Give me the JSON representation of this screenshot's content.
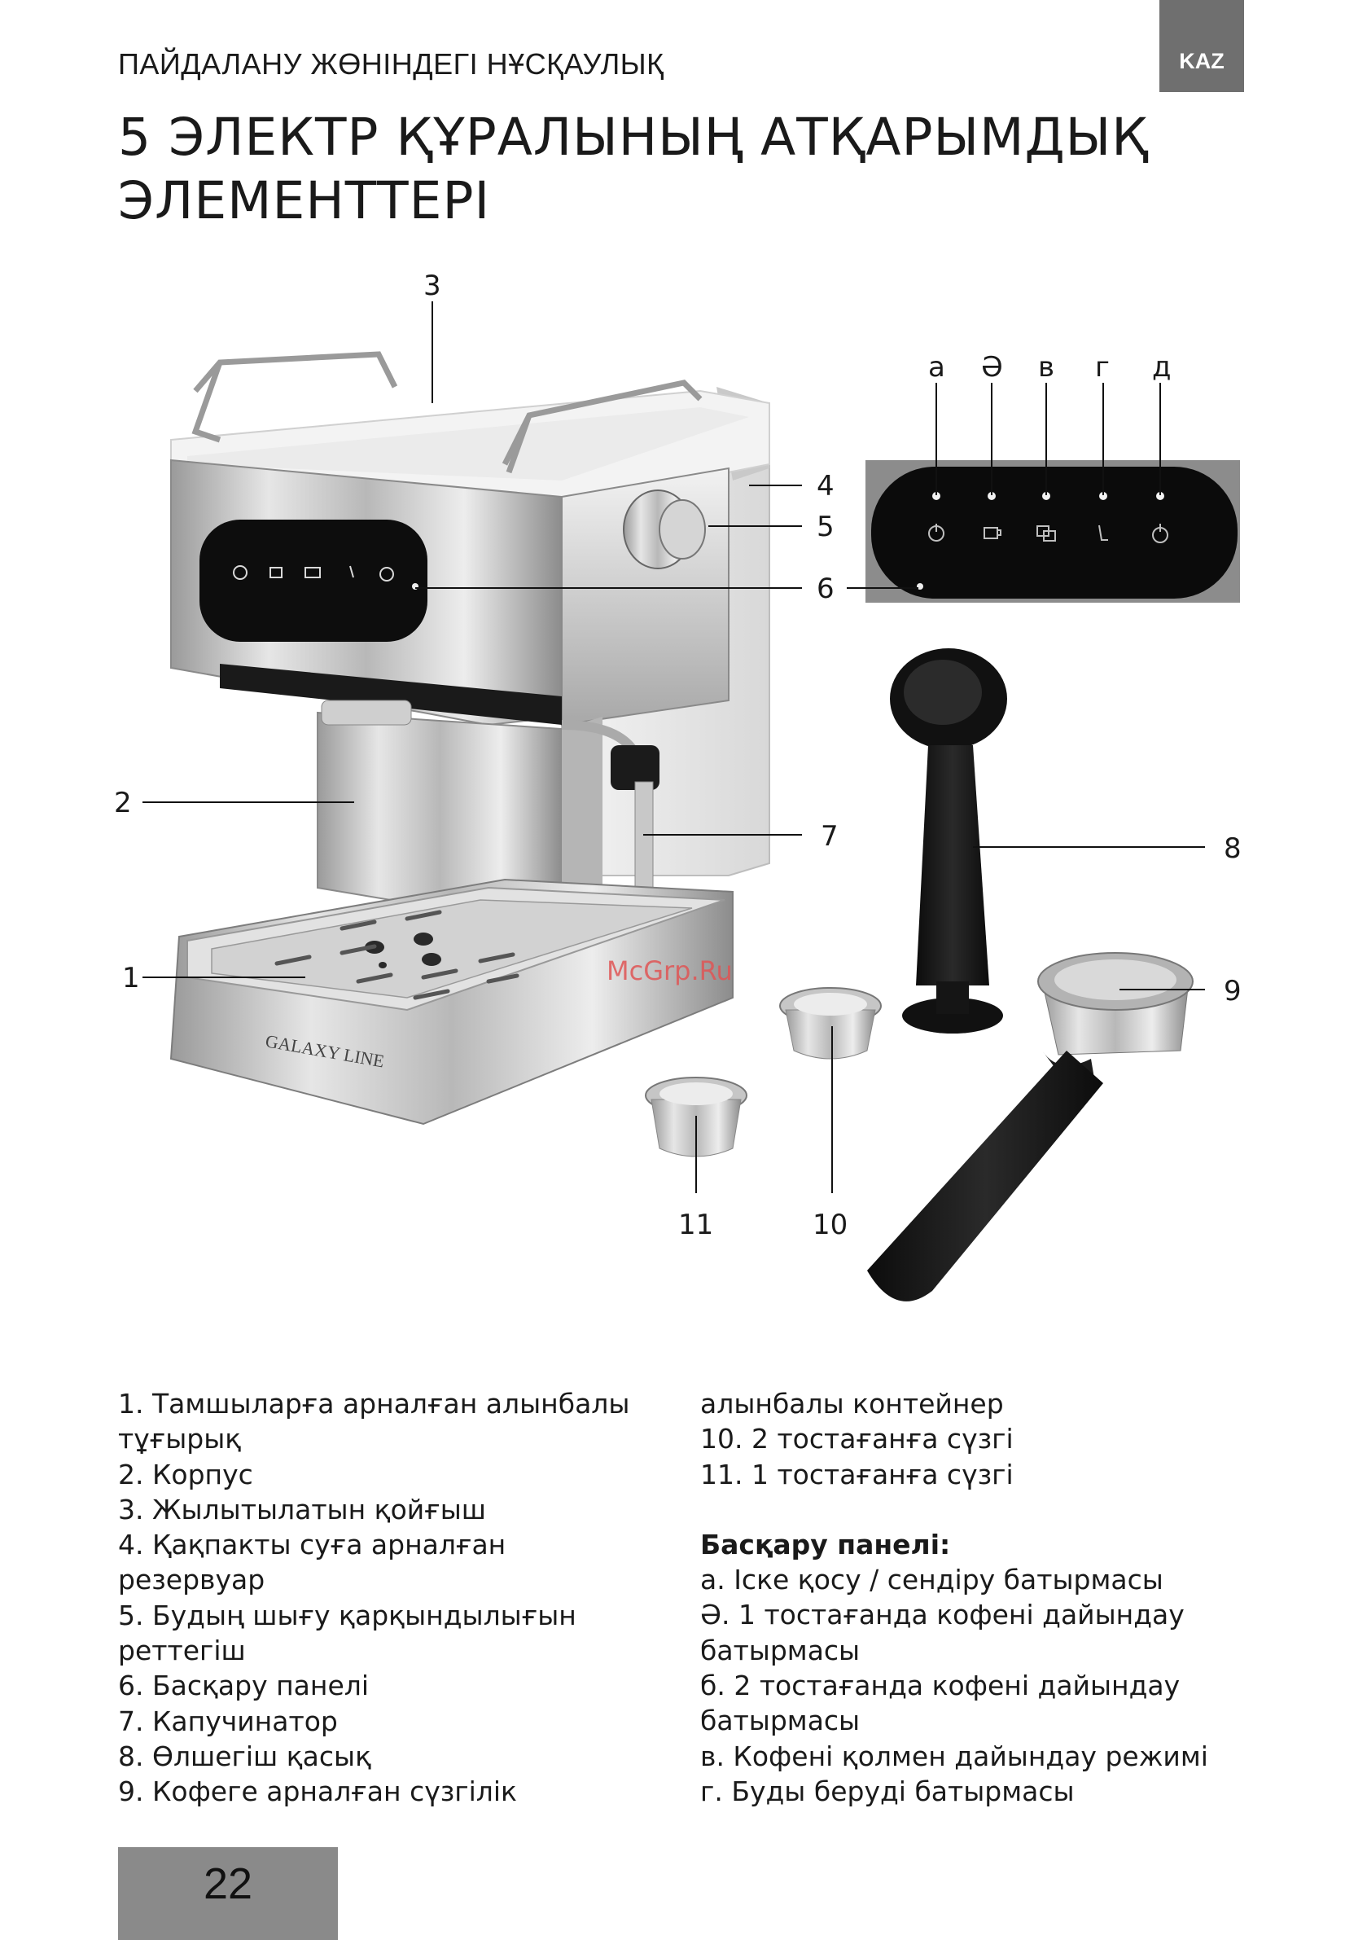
{
  "header": {
    "running_title": "ПАЙДАЛАНУ ЖӨНІНДЕГІ НҰСҚАУЛЫҚ",
    "lang": "KAZ"
  },
  "section": {
    "title_line1": "5 ЭЛЕКТР ҚҰРАЛЫНЫҢ АТҚАРЫМДЫҚ",
    "title_line2": "ЭЛЕМЕНТТЕРІ"
  },
  "figure": {
    "callouts": [
      "1",
      "2",
      "3",
      "4",
      "5",
      "6",
      "7",
      "8",
      "9",
      "10",
      "11"
    ],
    "panel_letters": [
      "а",
      "Ә",
      "в",
      "г",
      "д"
    ],
    "brand": "GALAXY LINE",
    "watermark": "McGrp.Ru"
  },
  "parts_list": {
    "left": [
      "1. Тамшыларға арналған алынбалы",
      "тұғырық",
      "2. Корпус",
      "3. Жылытылатын қойғыш",
      "4. Қақпакты суға арналған",
      "резервуар",
      "5. Будың шығу қарқындылығын",
      "реттегіш",
      "6. Басқару панелі",
      "7. Капучинатор",
      "8. Өлшегіш қасық",
      "9. Кофеге арналған сүзгілік"
    ],
    "right_top": [
      "алынбалы контейнер",
      "10. 2 тостағанға сүзгі",
      "11. 1 тостағанға сүзгі"
    ],
    "panel_heading": "Басқару панелі:",
    "right_bottom": [
      "а. Іске қосу / сендіру батырмасы",
      "Ә. 1 тостағанда кофені дайындау",
      "батырмасы",
      "б. 2 тостағанда кофені дайындау",
      "батырмасы",
      "в. Кофені қолмен дайындау режимі",
      "г. Буды беруді батырмасы"
    ]
  },
  "footer": {
    "page_number": "22"
  },
  "colors": {
    "tab_gray": "#6f6f6f",
    "page_box": "#8a8a8a",
    "watermark": "#e05555"
  }
}
